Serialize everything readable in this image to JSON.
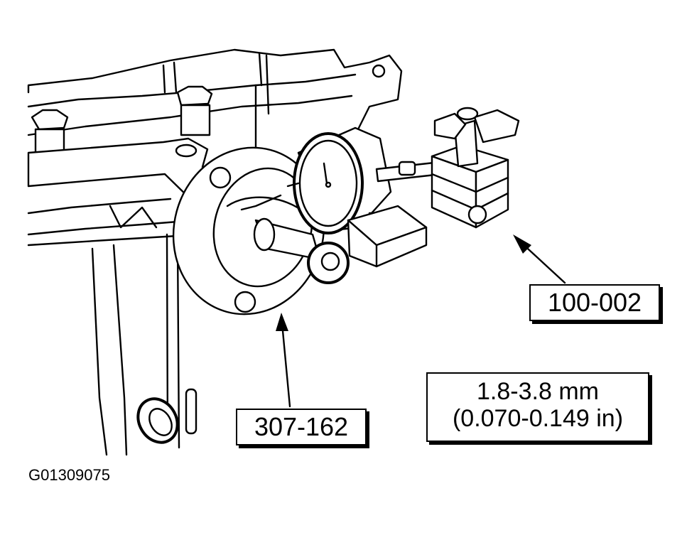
{
  "callouts": {
    "tool_100": "100-002",
    "tool_307": "307-162"
  },
  "specification": {
    "metric": "1.8-3.8 mm",
    "imperial": "(0.070-0.149 in)"
  },
  "figure_id": "G01309075",
  "colors": {
    "line": "#000000",
    "background": "#ffffff"
  }
}
